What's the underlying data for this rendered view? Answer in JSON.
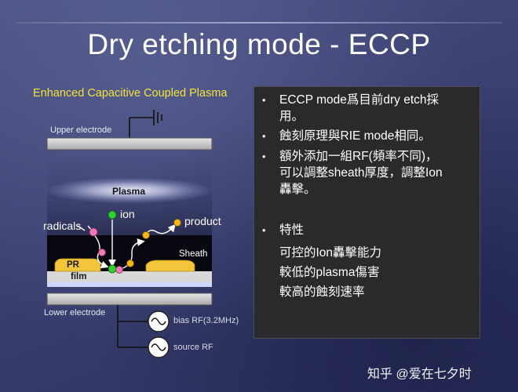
{
  "slide": {
    "title": "Dry etching mode - ECCP",
    "subtitle": "Enhanced Capacitive Coupled Plasma"
  },
  "diagram": {
    "upper_electrode": "Upper electrode",
    "plasma": "Plasma",
    "ion": "ion",
    "radicals": "radicals",
    "product": "product",
    "sheath": "Sheath",
    "pr": "PR",
    "film": "film",
    "lower_electrode": "Lower electrode",
    "bias_rf": "bias RF(3.2MHz)",
    "source_rf": "source RF"
  },
  "panel": {
    "bullets": [
      "ECCP mode爲目前dry etch採用。",
      "蝕刻原理與RIE mode相同。",
      "額外添加一組RF(頻率不同)，可以調整sheath厚度，調整Ion轟擊。",
      "特性"
    ],
    "bullet_lines": [
      [
        "ECCP mode爲目前dry etch採",
        "用。"
      ],
      [
        "蝕刻原理與RIE mode相同。"
      ],
      [
        "額外添加一組RF(頻率不同)，",
        "可以調整sheath厚度，調整Ion",
        "轟擊。"
      ],
      [
        "特性"
      ]
    ],
    "features": [
      "可控的Ion轟擊能力",
      "較低的plasma傷害",
      "較高的蝕刻速率"
    ]
  },
  "watermark": "知乎 @爱在七夕时",
  "colors": {
    "subtitle": "#f2e23a",
    "panel_bg": "#2a2a2d",
    "ion_dot": "#2fd02f",
    "radical_dot": "#f07ab8",
    "product_dot": "#f5b41c",
    "pr_layer": "#f3c53a"
  }
}
